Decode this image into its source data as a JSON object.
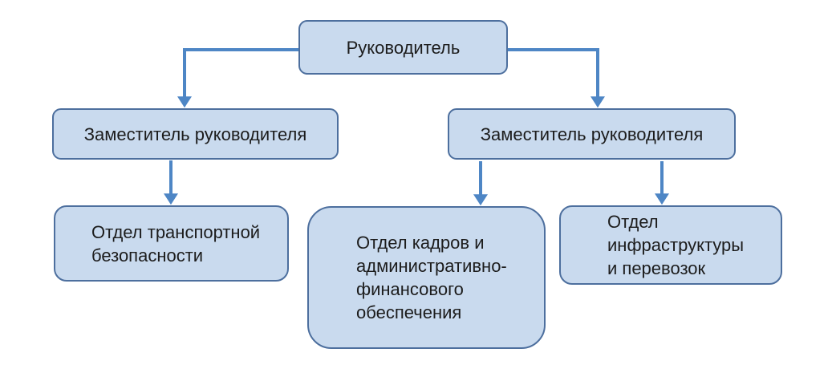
{
  "diagram": {
    "type": "org-chart",
    "colors": {
      "background": "#ffffff",
      "node_fill": "#c9daee",
      "node_border": "#4d6f9e",
      "connector": "#4e86c5",
      "text": "#1c1c1c"
    },
    "nodes": {
      "root": {
        "label": "Руководитель",
        "level": 1
      },
      "deputy_left": {
        "label": "Заместитель руководителя",
        "level": 2
      },
      "deputy_right": {
        "label": "Заместитель руководителя",
        "level": 2
      },
      "dept_transport": {
        "label": "Отдел транспортной\nбезопасности",
        "level": 3
      },
      "dept_hr": {
        "label": "Отдел кадров и\nадминистративно-\nфинансового\nобеспечения",
        "level": 3
      },
      "dept_infra": {
        "label": "Отдел\nинфраструктуры\nи перевозок",
        "level": 3
      }
    },
    "edges": [
      {
        "from": "root",
        "to": "deputy_left"
      },
      {
        "from": "root",
        "to": "deputy_right"
      },
      {
        "from": "deputy_left",
        "to": "dept_transport"
      },
      {
        "from": "deputy_right",
        "to": "dept_hr"
      },
      {
        "from": "deputy_right",
        "to": "dept_infra"
      }
    ]
  }
}
